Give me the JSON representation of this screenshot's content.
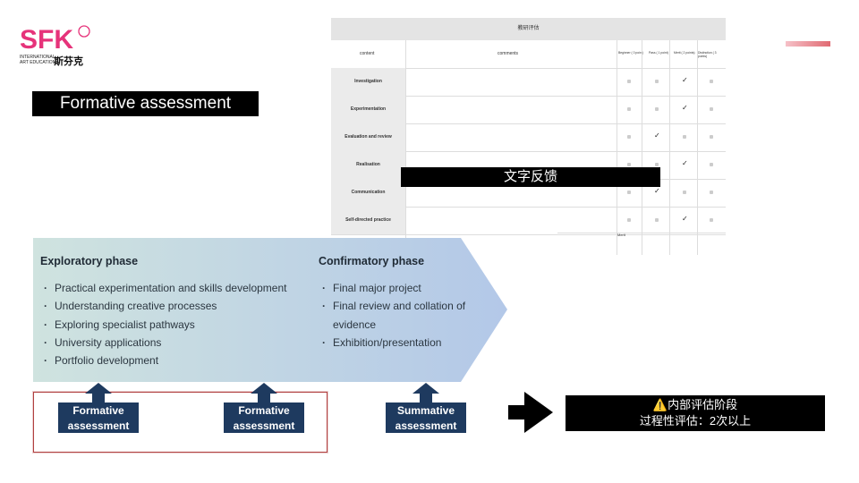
{
  "logo": {
    "wordmark": "SFK",
    "line1": "INTERNATIONAL",
    "line2": "ART EDUCATION",
    "chinese": "斯芬克"
  },
  "title": "Formative assessment",
  "rubric": {
    "header": "教研评估",
    "columns": [
      "content",
      "comments",
      "Beginner ( 0 point)",
      "Pass ( 1 point)",
      "Merit ( 2 points)",
      "Distinction ( 3 points)"
    ],
    "rows": [
      {
        "label": "Investigation",
        "checked": 2
      },
      {
        "label": "Experimentation",
        "checked": 2
      },
      {
        "label": "Evaluation and review",
        "checked": 1
      },
      {
        "label": "Realisation",
        "checked": 2
      },
      {
        "label": "Communication",
        "checked": 1
      },
      {
        "label": "Self-directed practice",
        "checked": 2
      }
    ],
    "footer": "Merit"
  },
  "overlay_label": "文字反馈",
  "phases": [
    {
      "title": "Exploratory phase",
      "items": [
        "Practical experimentation and skills development",
        "Understanding creative processes",
        "Exploring specialist pathways",
        "University applications",
        "Portfolio development"
      ]
    },
    {
      "title": "Confirmatory phase",
      "items": [
        "Final major project",
        "Final review and collation of evidence",
        "Exhibition/presentation"
      ]
    }
  ],
  "assessments": [
    {
      "line1": "Formative",
      "line2": "assessment"
    },
    {
      "line1": "Formative",
      "line2": "assessment"
    },
    {
      "line1": "Summative",
      "line2": "assessment"
    }
  ],
  "note": {
    "line1": "⚠️内部评估阶段",
    "line2": "过程性评估：2次以上"
  },
  "colors": {
    "navy": "#1e3a5f",
    "banner_start": "#cfe3df",
    "banner_end": "#b3c8e8",
    "logo_pink": "#e6337a",
    "red_frame": "#b14040"
  }
}
